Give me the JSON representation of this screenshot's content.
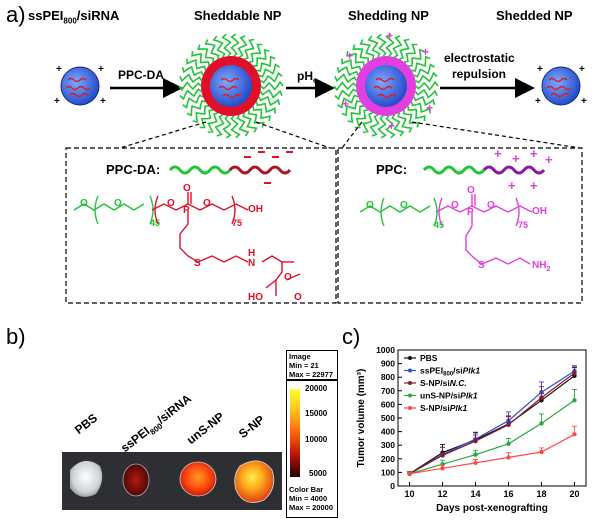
{
  "panel_a": {
    "label": "a)",
    "stages": [
      "ssPEI800/siRNA",
      "Sheddable NP",
      "Shedding NP",
      "Shedded NP"
    ],
    "arrows": [
      "PPC-DA",
      "pHe",
      "electrostatic",
      "repulsion"
    ],
    "boxes": {
      "left_title": "PPC-DA:",
      "right_title": "PPC:",
      "n45": "45",
      "n75": "75",
      "oh": "OH",
      "nh2": "NH2"
    },
    "colors": {
      "peg": "#22c43a",
      "da": "#e0102a",
      "ppc": "#e23fe0",
      "core": "#2a5ad6"
    }
  },
  "panel_b": {
    "label": "b)",
    "samples": [
      "PBS",
      "ssPEI800/siRNA",
      "unS-NP",
      "S-NP"
    ],
    "image_box": {
      "title": "Image",
      "min": "Min = 21",
      "max": "Max = 22977"
    },
    "colorbar": {
      "ticks": [
        "20000",
        "15000",
        "10000",
        "5000"
      ],
      "title": "Color Bar",
      "min": "Min = 4000",
      "max": "Max = 20000"
    }
  },
  "panel_c": {
    "label": "c)",
    "chart_data": {
      "type": "line",
      "xlabel": "Days post-xenografting",
      "ylabel": "Tumor volume (mm³)",
      "x": [
        10,
        12,
        14,
        16,
        18,
        20
      ],
      "xlim": [
        9.3,
        20.7
      ],
      "ylim": [
        0,
        1000
      ],
      "xticks": [
        "10",
        "12",
        "14",
        "16",
        "18",
        "20"
      ],
      "yticks": [
        "0",
        "100",
        "200",
        "300",
        "400",
        "500",
        "600",
        "700",
        "800",
        "900",
        "1000"
      ],
      "legend_position": "top-left",
      "series": [
        {
          "name": "PBS",
          "color": "#111111",
          "values": [
            90,
            245,
            340,
            455,
            630,
            810
          ],
          "err": [
            15,
            60,
            55,
            60,
            50,
            60
          ]
        },
        {
          "name": "ssPEI800/siPlk1",
          "color": "#2b4fd6",
          "values": [
            90,
            230,
            345,
            480,
            690,
            845
          ],
          "err": [
            15,
            55,
            45,
            65,
            75,
            40
          ]
        },
        {
          "name": "S-NP/siN.C.",
          "color": "#8a1830",
          "values": [
            90,
            225,
            330,
            450,
            650,
            830
          ],
          "err": [
            15,
            60,
            45,
            60,
            80,
            45
          ]
        },
        {
          "name": "unS-NP/siPlk1",
          "color": "#28a745",
          "values": [
            90,
            160,
            230,
            310,
            460,
            630
          ],
          "err": [
            15,
            30,
            30,
            40,
            70,
            80
          ]
        },
        {
          "name": "S-NP/siPlk1",
          "color": "#ff4a4a",
          "values": [
            90,
            130,
            170,
            210,
            250,
            380
          ],
          "err": [
            10,
            25,
            25,
            35,
            30,
            60
          ]
        }
      ],
      "legend": [
        {
          "pre": "PBS",
          "sub": "",
          "mid": "",
          "it": ""
        },
        {
          "pre": "ssPEI",
          "sub": "800",
          "mid": "/si",
          "it": "Plk1"
        },
        {
          "pre": "S-NP/si",
          "sub": "",
          "mid": "",
          "it": "N.C."
        },
        {
          "pre": "unS-NP/si",
          "sub": "",
          "mid": "",
          "it": "Plk1"
        },
        {
          "pre": "S-NP/si",
          "sub": "",
          "mid": "",
          "it": "Plk1"
        }
      ]
    }
  }
}
